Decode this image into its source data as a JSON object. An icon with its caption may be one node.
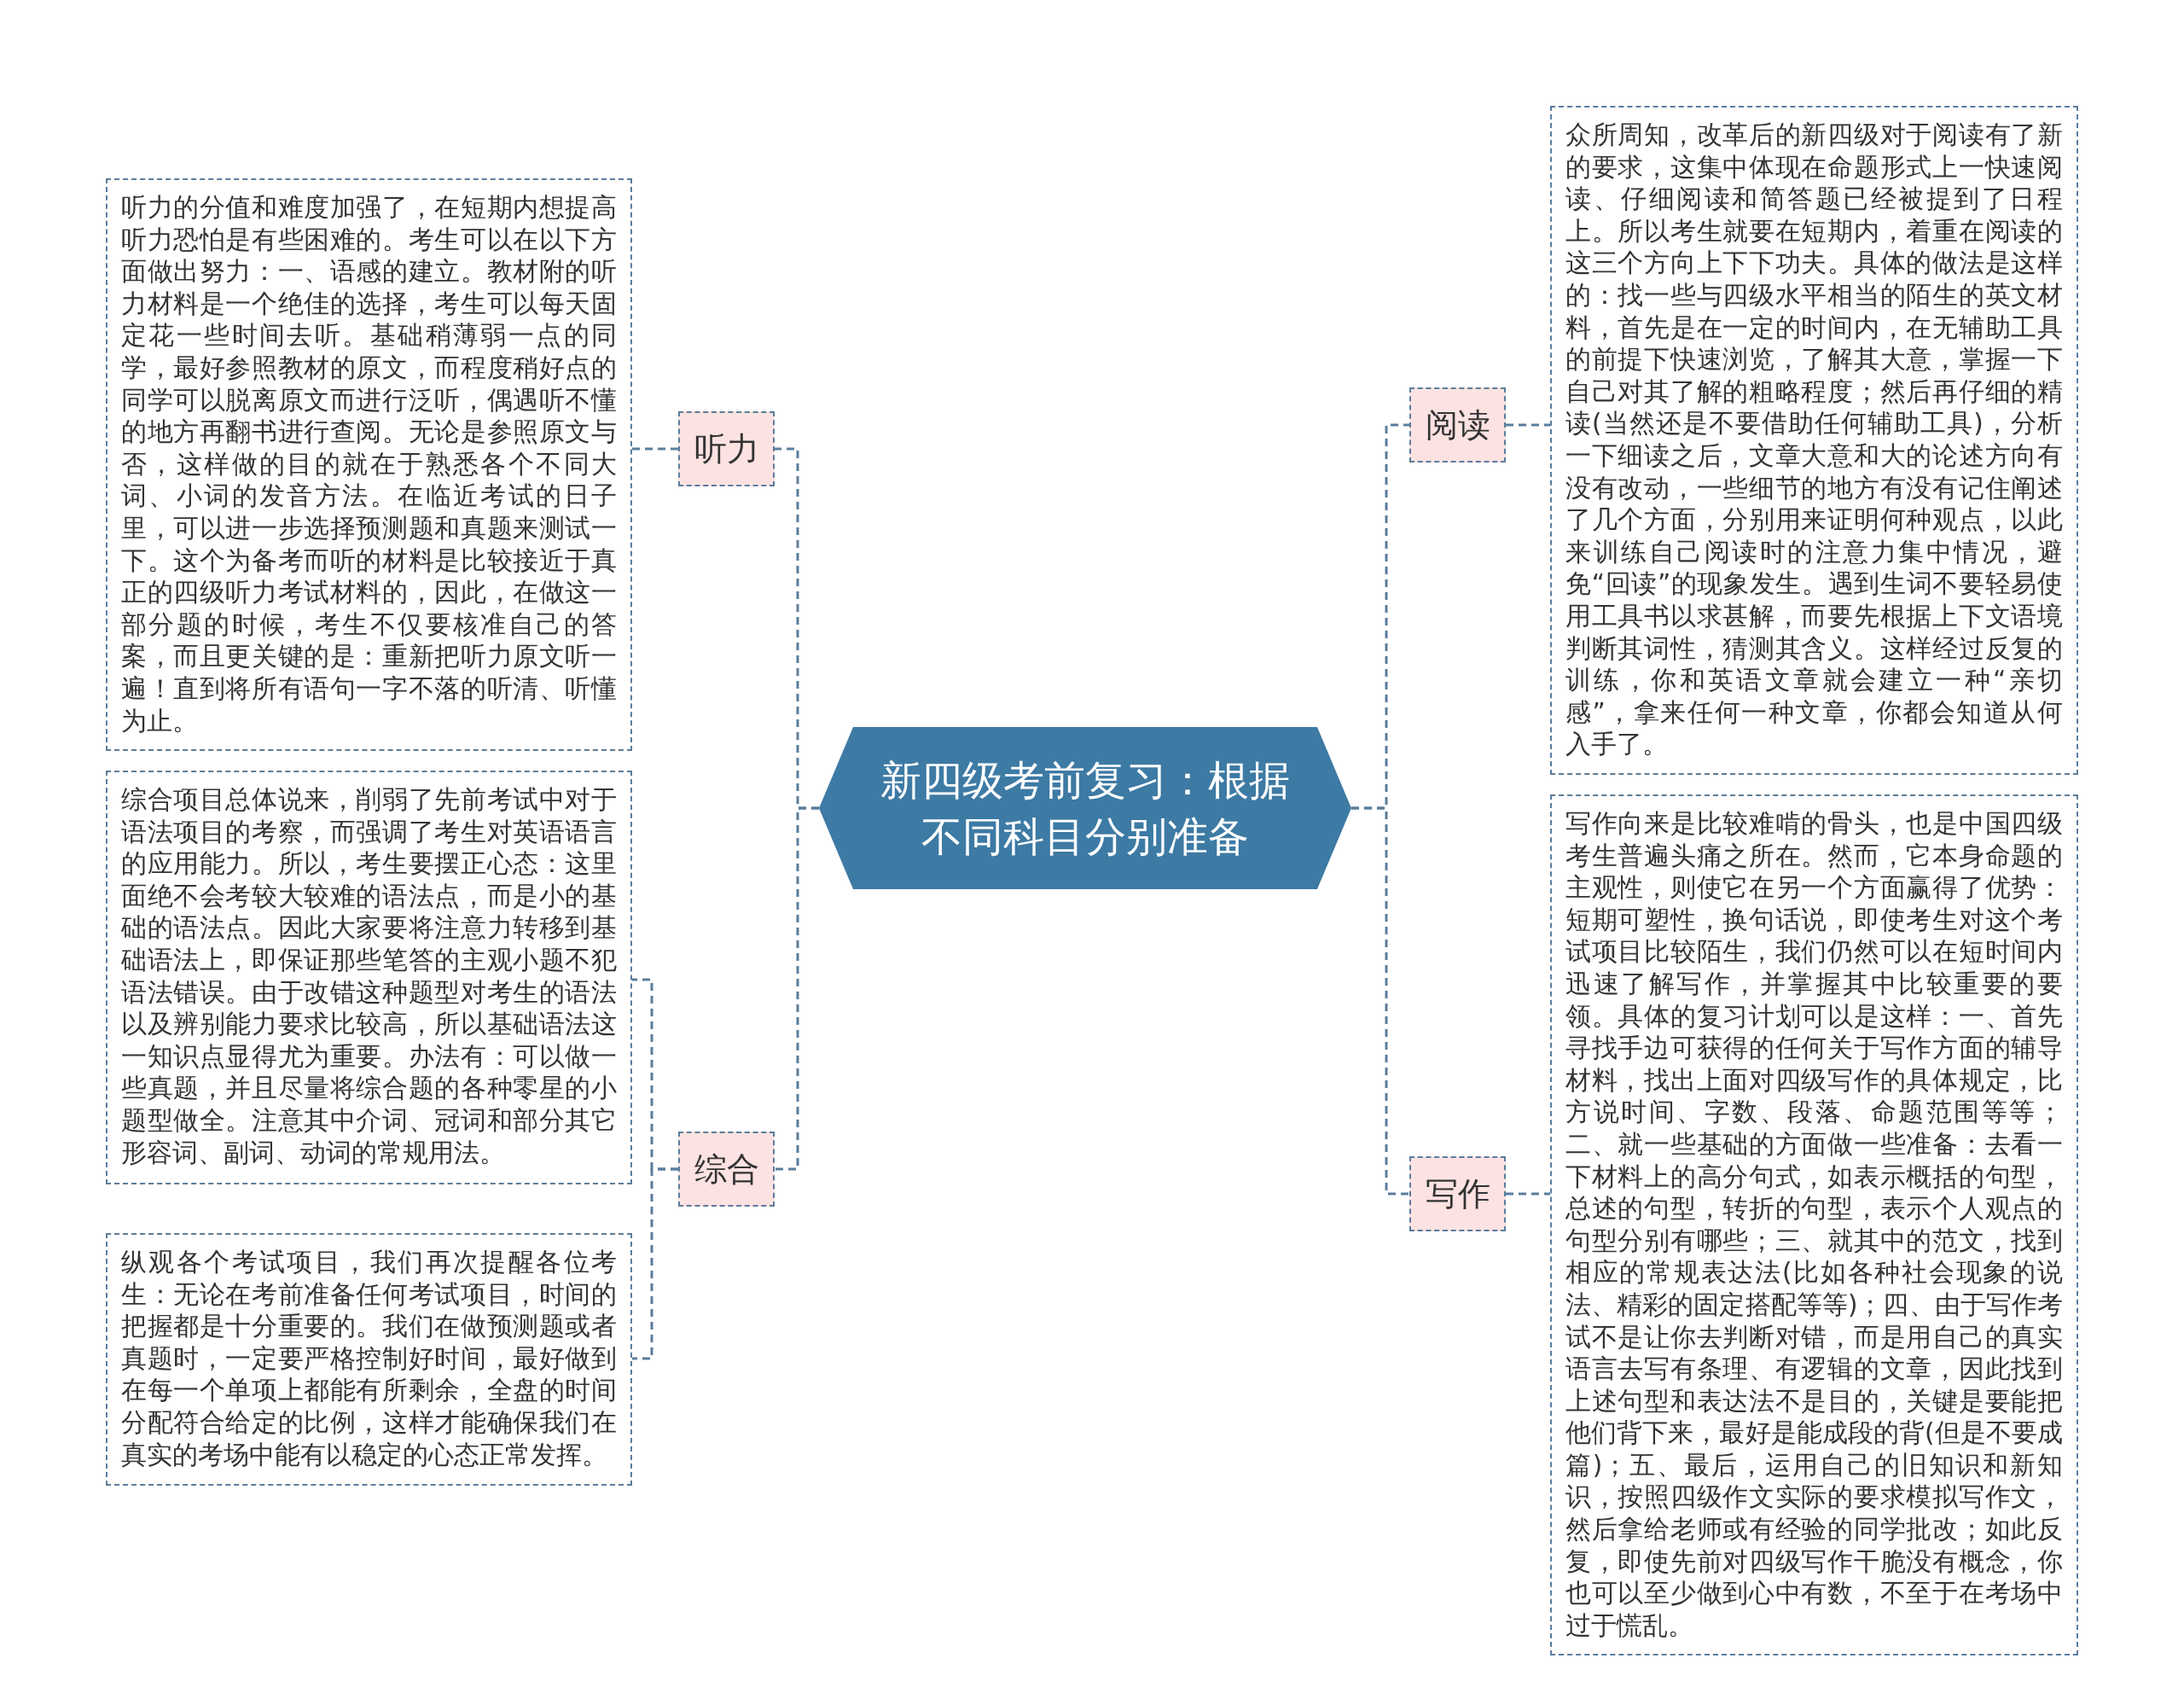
{
  "diagram": {
    "nodes": [
      {
        "text": [
          "新四级考前复习：根据不同科目分别准备"
        ]
      },
      {
        "text": [
          "听力"
        ]
      },
      {
        "text": [
          "综合"
        ]
      },
      {
        "text": [
          "阅读"
        ]
      },
      {
        "text": [
          "写作"
        ]
      },
      {
        "text": [
          "听力的分值和难度加强了，在短期内想提高听力恐怕是有些困难的。考生可以在以下方面做出努力：一、语感的建立。教材附的听力材料是一个绝佳的选择，考生可以每天固定花一些时间去听。基础稍薄弱一点的同学，最好参照教材的原文，而程度稍好点的同学可以脱离原文而进行泛听，偶遇听不懂的地方再翻书进行查阅。无论是参照原文与否，这样做的目的就在于熟悉各个不同大词、小词的发音方法。在临近考试的日子里，可以进一步选择预测题和真题来测试一下。这个为备考而听的材料是比较接近于真正的四级听力考试材料的，因此，在做这一部分题的时候，考生不仅要核准自己的答案，而且更关键的是：重新把听力原文听一遍！直到将所有语句一字不落的听清、听懂为止。"
        ]
      },
      {
        "text": [
          "综合项目总体说来，削弱了先前考试中对于语法项目的考察，而强调了考生对英语语言的应用能力。所以，考生要摆正心态：这里面绝不会考较大较难的语法点，而是小的基础的语法点。因此大家要将注意力转移到基础语法上，即保证那些笔答的主观小题不犯语法错误。由于改错这种题型对考生的语法以及辨别能力要求比较高，所以基础语法这一知识点显得尤为重要。办法有：可以做一些真题，并且尽量将综合题的各种零星的小题型做全。注意其中介词、冠词和部分其它形容词、副词、动词的常规用法。"
        ]
      },
      {
        "text": [
          "纵观各个考试项目，我们再次提醒各位考生：无论在考前准备任何考试项目，时间的把握都是十分重要的。我们在做预测题或者真题时，一定要严格控制好时间，最好做到在每一个单项上都能有所剩余，全盘的时间分配符合给定的比例，这样才能确保我们在真实的考场中能有以稳定的心态正常发挥。"
        ]
      },
      {
        "text": [
          "众所周知，改革后的新四级对于阅读有了新的要求，这集中体现在命题形式上一快速阅读、仔细阅读和简答题已经被提到了日程上。所以考生就要在短期内，着重在阅读的这三个方向上下下功夫。具体的做法是这样的：找一些与四级水平相当的陌生的英文材料，首先是在一定的时间内，在无辅助工具的前提下快速浏览，了解其大意，掌握一下自己对其了解的粗略程度；然后再仔细的精读(当然还是不要借助任何辅助工具)，分析一下细读之后，文章大意和大的论述方向有没有改动，一些细节的地方有没有记住阐述了几个方面，分别用来证明何种观点，以此来训练自己阅读时的注意力集中情况，避免“回读”的现象发生。遇到生词不要轻易使用工具书以求甚解，而要先根据上下文语境判断其词性，猜测其含义。这样经过反复的训练，你和英语文章就会建立一种“亲切感”，拿来任何一种文章，你都会知道从何入手了。"
        ]
      },
      {
        "text": [
          "写作向来是比较难啃的骨头，也是中国四级考生普遍头痛之所在。然而，它本身命题的主观性，则使它在另一个方面赢得了优势：短期可塑性，换句话说，即使考生对这个考试项目比较陌生，我们仍然可以在短时间内迅速了解写作，并掌握其中比较重要的要领。具体的复习计划可以是这样：一、首先寻找手边可获得的任何关于写作方面的辅导材料，找出上面对四级写作的具体规定，比方说时间、字数、段落、命题范围等等；二、就一些基础的方面做一些准备：去看一下材料上的高分句式，如表示概括的句型，总述的句型，转折的句型，表示个人观点的句型分别有哪些；三、就其中的范文，找到相应的常规表达法(比如各种社会现象的说法、精彩的固定搭配等等)；四、由于写作考试不是让你去判断对错，而是用自己的真实语言去写有条理、有逻辑的文章，因此找到上述句型和表达法不是目的，关键是要能把他们背下来，最好是能成段的背(但是不要成篇)；五、最后，运用自己的旧知识和新知识，按照四级作文实际的要求模拟写作文，然后拿给老师或有经验的同学批改；如此反复，即使先前对四级写作干脆没有概念，你也可以至少做到心中有数，不至于在考场中过于慌乱。"
        ]
      }
    ],
    "edges": [
      {
        "from": 0,
        "to": 1,
        "arrow": "none",
        "style": "dashed"
      },
      {
        "from": 0,
        "to": 2,
        "arrow": "none",
        "style": "dashed"
      },
      {
        "from": 0,
        "to": 3,
        "arrow": "none",
        "style": "dashed"
      },
      {
        "from": 0,
        "to": 4,
        "arrow": "none",
        "style": "dashed"
      },
      {
        "from": 1,
        "to": 5,
        "arrow": "none",
        "style": "dashed"
      },
      {
        "from": 2,
        "to": 6,
        "arrow": "none",
        "style": "dashed"
      },
      {
        "from": 2,
        "to": 7,
        "arrow": "none",
        "style": "dashed"
      },
      {
        "from": 3,
        "to": 8,
        "arrow": "none",
        "style": "dashed"
      },
      {
        "from": 4,
        "to": 9,
        "arrow": "none",
        "style": "dashed"
      }
    ]
  }
}
